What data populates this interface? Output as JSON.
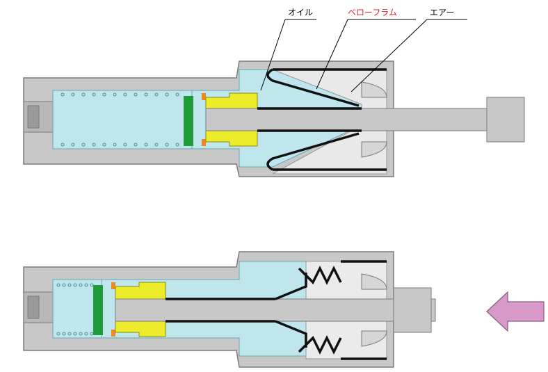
{
  "labels": {
    "oil": "オイル",
    "bellows": "ベローフラム",
    "air": "エアー"
  },
  "colors": {
    "body_metal": "#c8c8c8",
    "body_edge": "#7a7a7a",
    "oil": "#bfe6ec",
    "air": "#e9e9e9",
    "bellows_label": "#e0202a",
    "piston_yellow": "#ecec2a",
    "seal_green": "#1f9b3a",
    "seal_orange": "#f08a20",
    "bellows_black": "#111111",
    "arrow_fill": "#d79ac8",
    "arrow_edge": "#8a5a80"
  },
  "icons": {
    "push_direction": "arrow-left-icon"
  }
}
